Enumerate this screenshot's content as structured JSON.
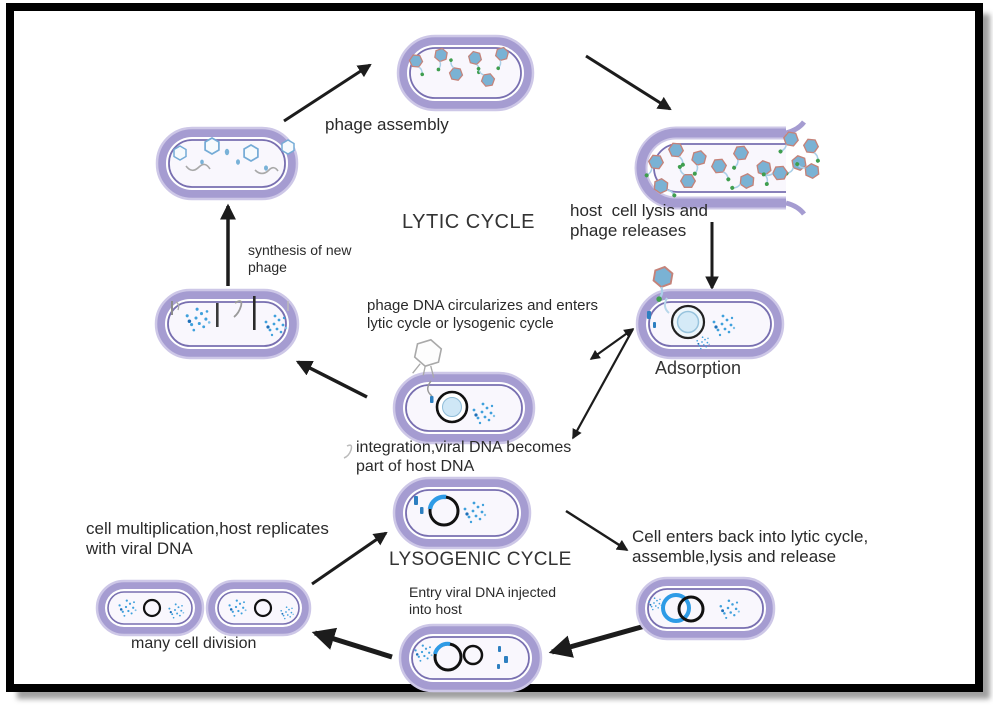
{
  "figure": {
    "kind": "biology diagram",
    "subject": "bacteriophage lytic and lysogenic cycles"
  },
  "cycle_titles": {
    "lytic": "LYTIC CYCLE",
    "lysogenic": "LYSOGENIC CYCLE"
  },
  "labels": {
    "phage_assembly": "phage assembly",
    "host_cell_lysis": "host  cell lysis and\nphage releases",
    "adsorption": "Adsorption",
    "phage_dna_circularizes": "phage DNA circularizes and enters\nlytic cycle or lysogenic cycle",
    "synthesis_of_new_phage": "synthesis of new\nphage",
    "integration": "integration,viral DNA becomes\npart of host DNA",
    "cell_multiplication": "cell multiplication,host replicates\nwith viral DNA",
    "many_cell_division": "many cell division",
    "entry_viral_dna": "Entry viral DNA injected\ninto host",
    "cell_enters_back": "Cell enters back into lytic cycle,\nassemble,lysis and release"
  },
  "colors": {
    "frame_border": "#000000",
    "cell_membrane_purple": "#a59cd1",
    "cell_membrane_halo": "#cdc7e7",
    "cell_inner_line": "#786fb0",
    "cell_interior": "#f9f7fd",
    "phage_head_blue": "#7ab2d4",
    "phage_outline_red": "#c4837a",
    "phage_spike_green": "#3f9e4f",
    "dna_dot_blue": "#3fa0dc",
    "viral_dna_blue": "#2e9be6",
    "dna_ring_black": "#111111",
    "arrow_black": "#1c1c1c",
    "text": "#2a2a2a"
  },
  "glyphs": {
    "phage-icon": "hexagonal capsid head with tail and green spike",
    "ghost-phage-icon": "empty phage capsid outline on cell surface",
    "dna-ring-icon": "circular DNA ring",
    "dna-ring-blue-arc-icon": "host DNA ring with integrated blue viral segment",
    "dna-dots-icon": "cluster of blue DNA fragments",
    "linear-dna-icon": "vertical linear DNA strands"
  }
}
